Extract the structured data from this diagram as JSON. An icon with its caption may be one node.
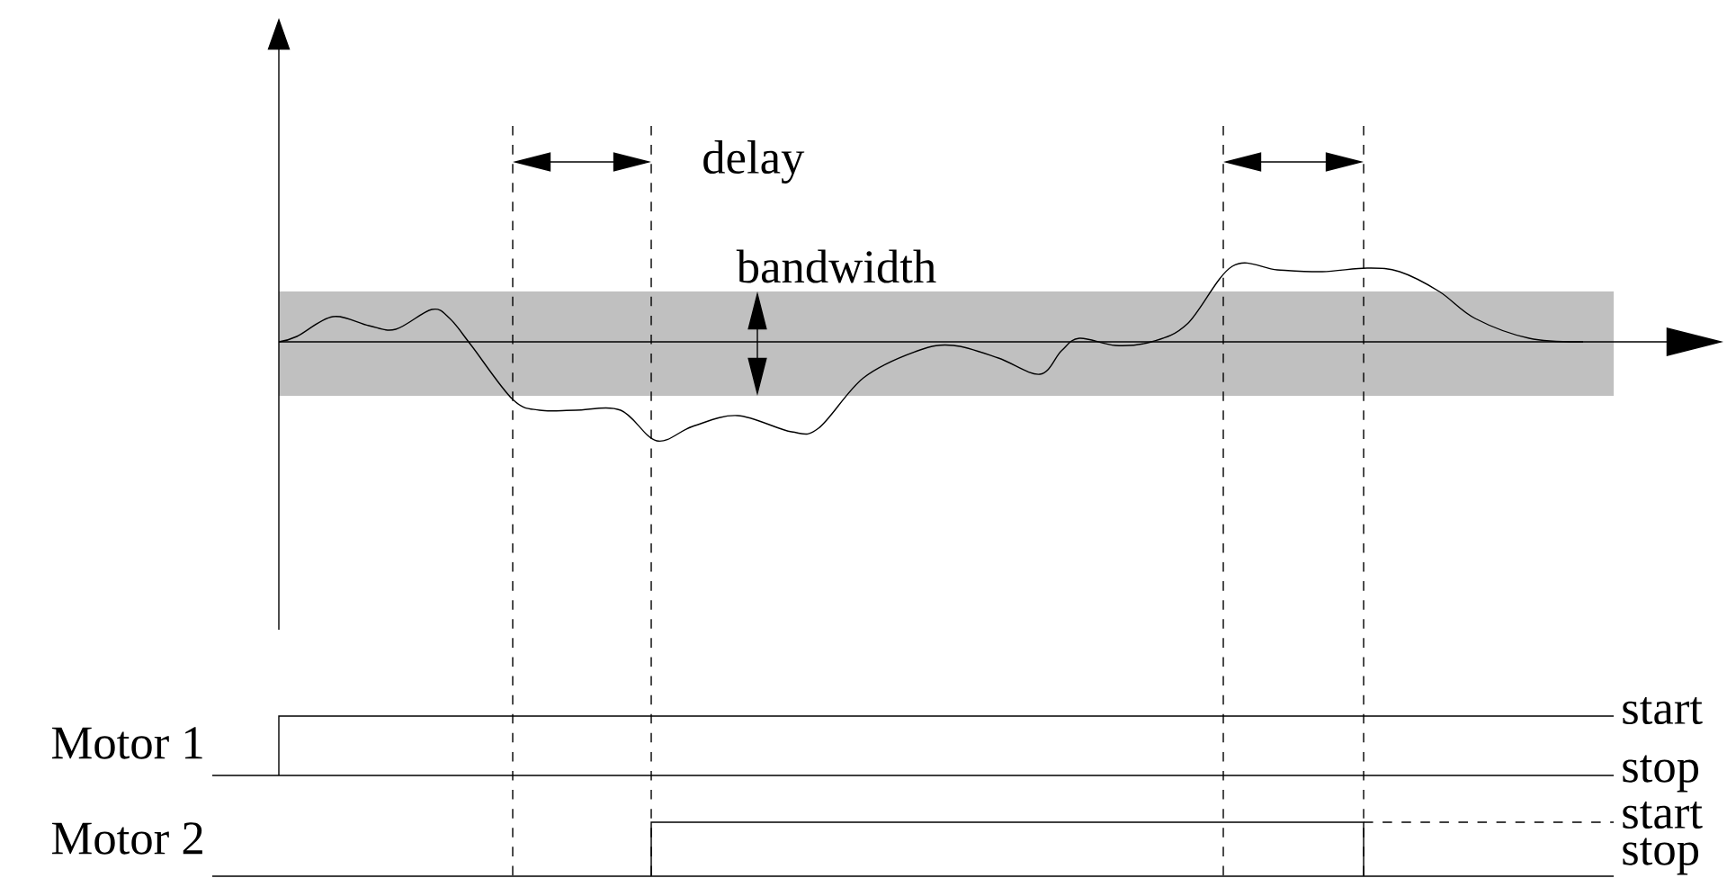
{
  "diagram": {
    "labels": [
      "delay",
      "bandwidth",
      "start",
      "Motor 1",
      "stop",
      "start",
      "Motor 2",
      "stop"
    ]
  }
}
